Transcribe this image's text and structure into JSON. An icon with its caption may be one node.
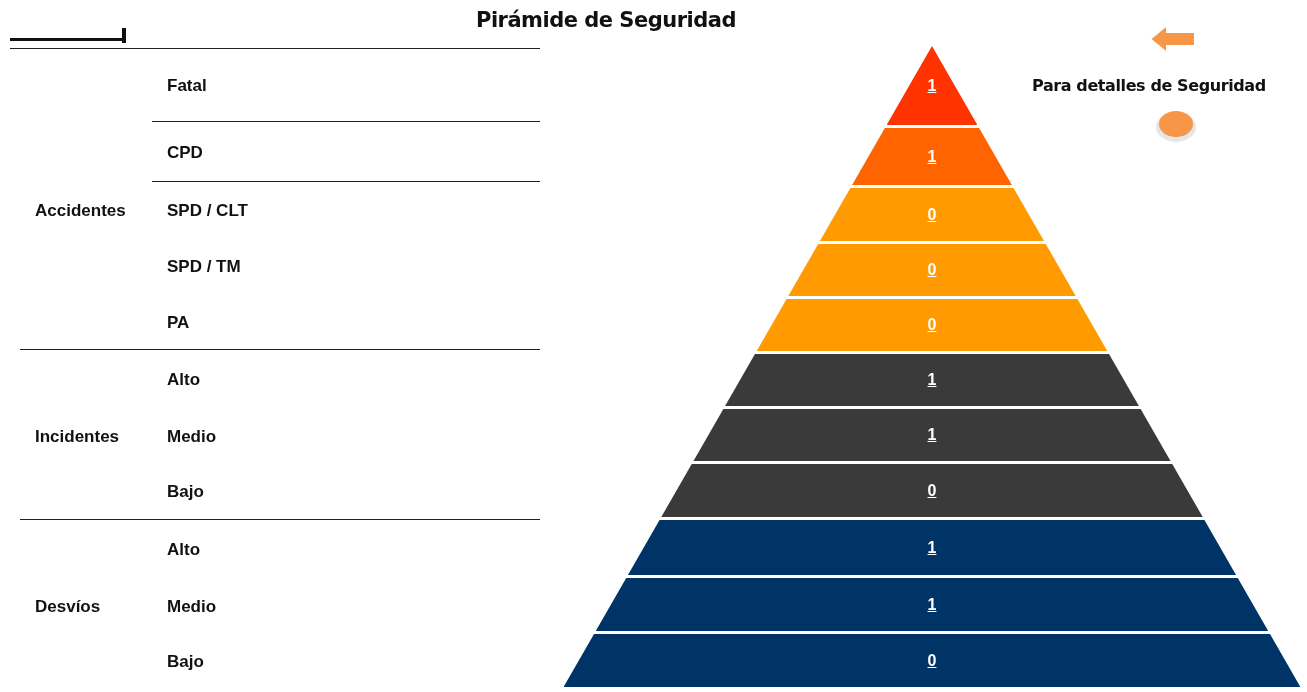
{
  "diagram": {
    "title": "Pirámide de Seguridad",
    "nodes": [
      {
        "text": [
          "1"
        ]
      },
      {
        "text": [
          "1"
        ]
      },
      {
        "text": [
          "0"
        ]
      },
      {
        "text": [
          "0"
        ]
      },
      {
        "text": [
          "0"
        ]
      },
      {
        "text": [
          "1"
        ]
      },
      {
        "text": [
          "1"
        ]
      },
      {
        "text": [
          "0"
        ]
      },
      {
        "text": [
          "1"
        ]
      },
      {
        "text": [
          "1"
        ]
      },
      {
        "text": [
          "0"
        ]
      }
    ],
    "labels": [
      "Fatal",
      "CPD",
      "Accidentes",
      "SPD / CLT",
      "SPD / TM",
      "PA",
      "Alto",
      "Incidentes",
      "Medio",
      "Bajo",
      "Alto",
      "Desvíos",
      "Medio",
      "Bajo",
      "Para detalles de Seguridad"
    ]
  }
}
